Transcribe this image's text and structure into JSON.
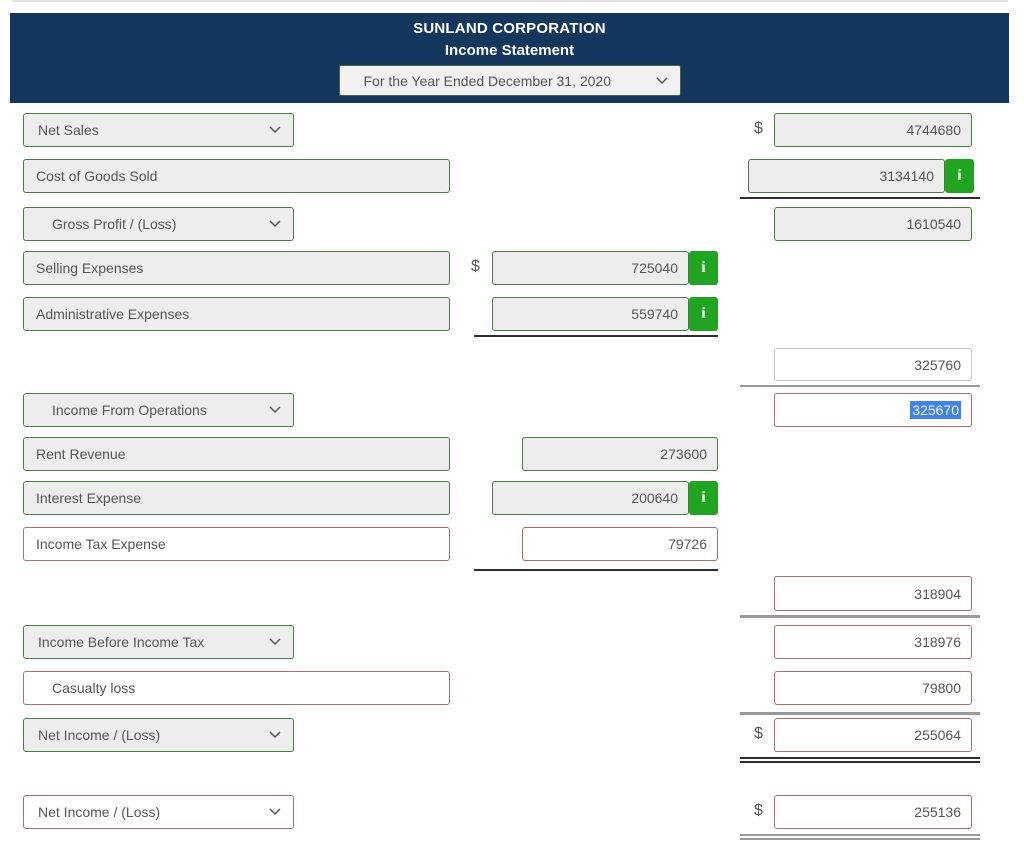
{
  "currency_symbol": "$",
  "icons": {
    "info_glyph": "i",
    "chevron": "chevron-down"
  },
  "header": {
    "company": "SUNLAND CORPORATION",
    "statement_title": "Income Statement",
    "period": "For the Year Ended December 31, 2020"
  },
  "fields": {
    "net_sales": {
      "label": "Net Sales",
      "amount": "4744680"
    },
    "cost_of_goods_sold": {
      "label": "Cost of Goods Sold",
      "amount": "3134140"
    },
    "gross_profit": {
      "label": "Gross Profit / (Loss)",
      "amount": "1610540"
    },
    "selling_expenses": {
      "label": "Selling Expenses",
      "amount": "725040"
    },
    "administrative_expenses": {
      "label": "Administrative Expenses",
      "amount": "559740"
    },
    "subtotal_operating_expenses": {
      "amount": "325760"
    },
    "income_from_operations": {
      "label": "Income From Operations",
      "amount": "325670"
    },
    "rent_revenue": {
      "label": "Rent Revenue",
      "amount": "273600"
    },
    "interest_expense": {
      "label": "Interest Expense",
      "amount": "200640"
    },
    "income_tax_expense": {
      "label": "Income Tax Expense",
      "amount": "79726"
    },
    "subtotal_other": {
      "amount": "318904"
    },
    "income_before_income_tax": {
      "label": "Income Before Income Tax",
      "amount": "318976"
    },
    "casualty_loss": {
      "label": "Casualty loss",
      "amount": "79800"
    },
    "net_income_loss": {
      "label": "Net Income / (Loss)",
      "amount": "255064"
    },
    "net_income_loss_2": {
      "label": "Net Income / (Loss)",
      "amount": "255136"
    }
  },
  "colors": {
    "header_bg": "#14375e",
    "correct_border_green": "#4c7d47",
    "incorrect_border_red": "#b36a6a",
    "neutral_border_gray": "#c8c8c8",
    "filled_input_bg": "#ededed",
    "info_button_green": "#1fa51f",
    "selection_blue": "#3e82f7"
  }
}
